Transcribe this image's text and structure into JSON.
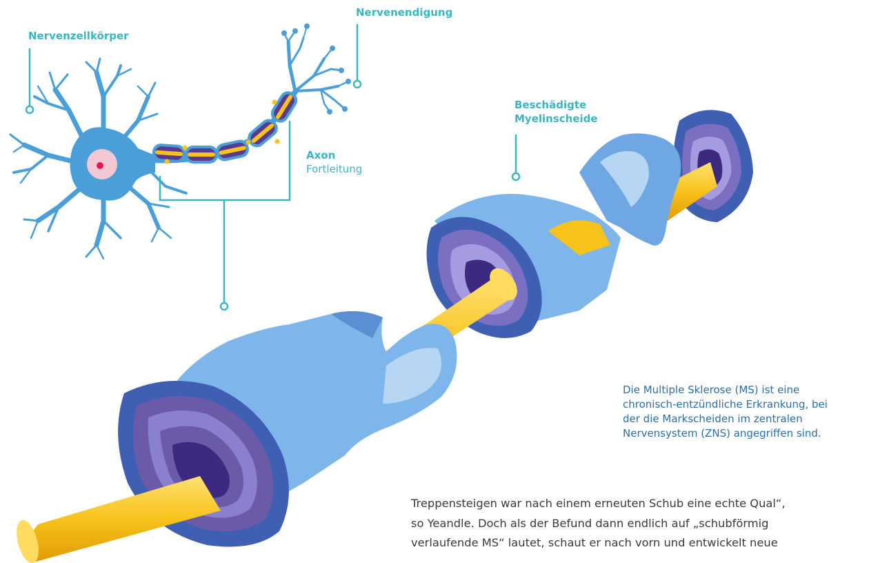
{
  "labels": {
    "cell_body": "Nervenzellkörper",
    "nerve_ending": "Nervenendigung",
    "damaged_sheath_line1": "Beschädigte",
    "damaged_sheath_line2": "Myelinscheide",
    "axon": "Axon",
    "axon_sub": "Fortleitung"
  },
  "caption": {
    "line1": "Die Multiple Sklerose (MS) ist eine",
    "line2": "chronisch-entzündliche Erkrankung, bei",
    "line3": "der die Markscheiden im zentralen",
    "line4": "Nervensystem (ZNS) angegriffen sind."
  },
  "body_text": {
    "line1": "Treppensteigen war nach einem erneuten Schub eine echte Qual“,",
    "line2": "so Yeandle. Doch als der Befund dann endlich auf „schubförmig",
    "line3": "verlaufende MS“ lautet, schaut er nach vorn und entwickelt neue"
  },
  "colors": {
    "label_teal": "#3cb5c2",
    "caption_blue": "#2a6fa8",
    "neuron_blue": "#4a9fd8",
    "sheath_light": "#8ec2ec",
    "axon_yellow": "#f7c21a",
    "ring_purple": "#6a5aa8",
    "nucleus_pink": "#f2c8d4",
    "nucleolus_red": "#e8194a"
  }
}
